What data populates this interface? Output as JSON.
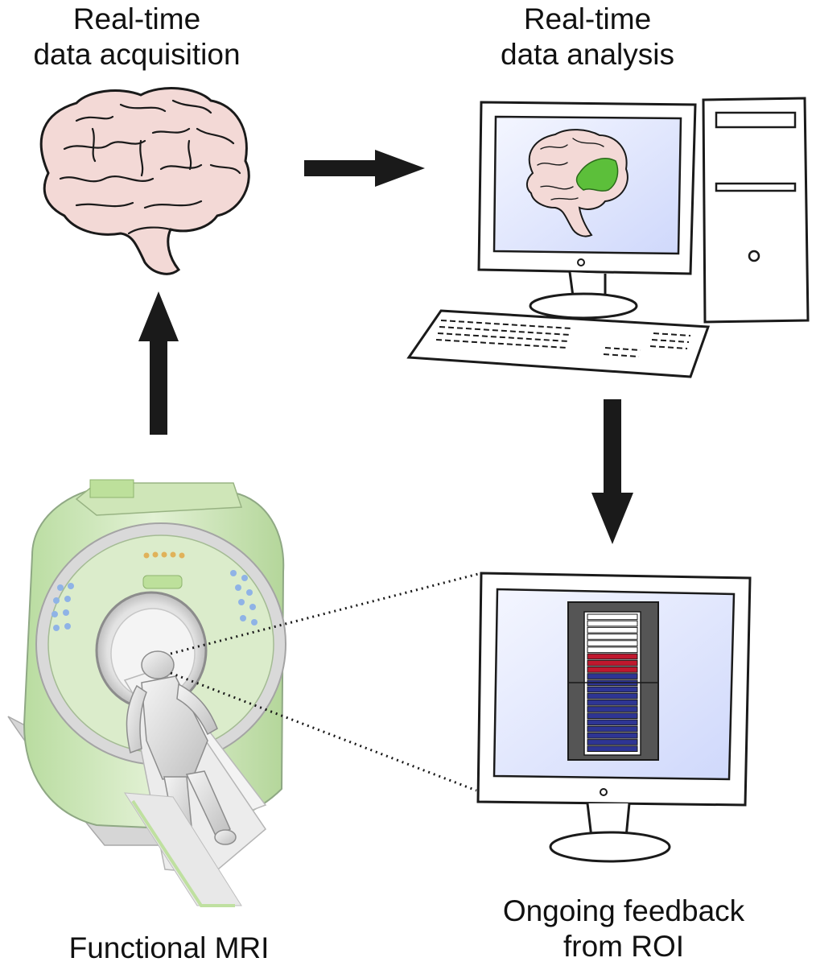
{
  "labels": {
    "acquisition_line1": "Real-time",
    "acquisition_line2": "data acquisition",
    "analysis_line1": "Real-time",
    "analysis_line2": "data analysis",
    "feedback_line1": "Ongoing feedback",
    "feedback_line2": "from ROI",
    "fmri": "Functional MRI"
  },
  "colors": {
    "brain_fill": "#f3d9d6",
    "roi_green": "#5cbf3a",
    "screen_blue": "#dfe6ff",
    "feedback_red": "#c0182e",
    "feedback_blue": "#2e3594",
    "scanner_green": "#cfe6b8",
    "arrow": "#1a1a1a"
  },
  "feedback_meter": {
    "white_bars": 6,
    "red_bars": 3,
    "blue_bars": 12
  }
}
